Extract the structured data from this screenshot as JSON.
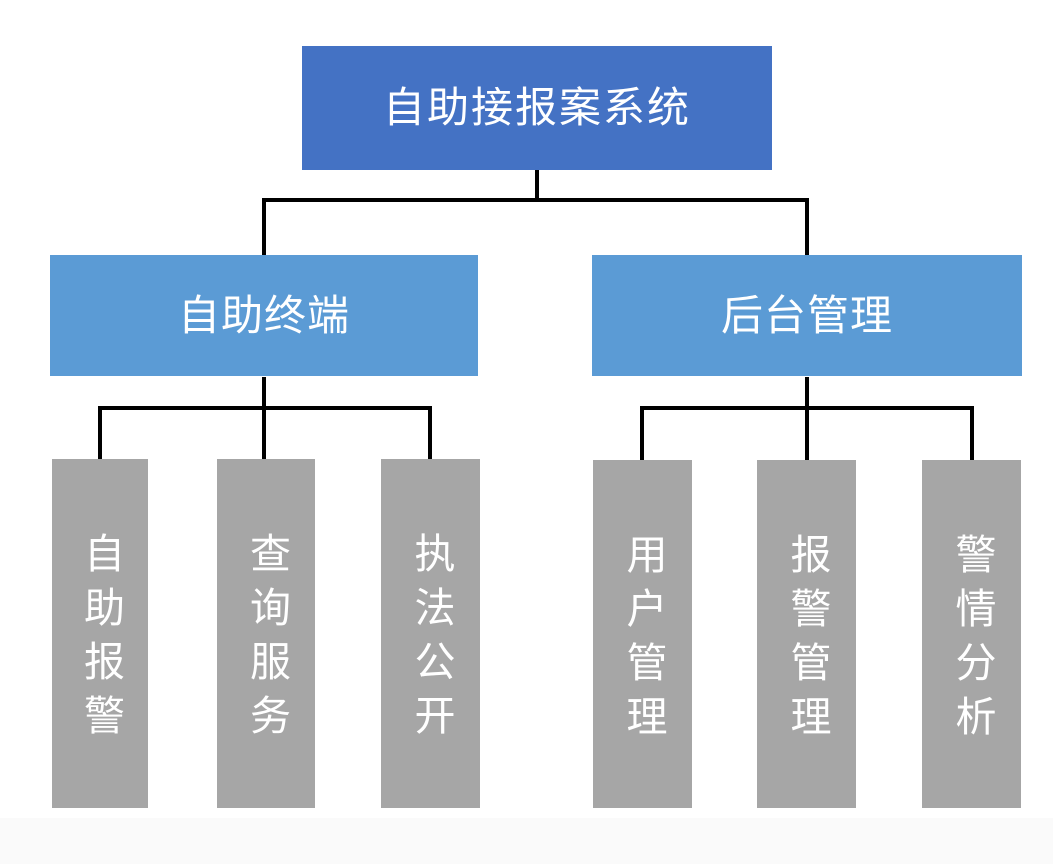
{
  "diagram": {
    "type": "org-chart",
    "colors": {
      "root_fill": "#4472C4",
      "branch_fill": "#5B9BD5",
      "leaf_fill": "#A6A6A6",
      "connector": "#000000",
      "text": "#FFFFFF",
      "background": "#FFFFFF"
    },
    "root": {
      "label": "自助接报案系统"
    },
    "branches": [
      {
        "label": "自助终端",
        "children": [
          {
            "label": "自助报警"
          },
          {
            "label": "查询服务"
          },
          {
            "label": "执法公开"
          }
        ]
      },
      {
        "label": "后台管理",
        "children": [
          {
            "label": "用户管理"
          },
          {
            "label": "报警管理"
          },
          {
            "label": "警情分析"
          }
        ]
      }
    ]
  }
}
